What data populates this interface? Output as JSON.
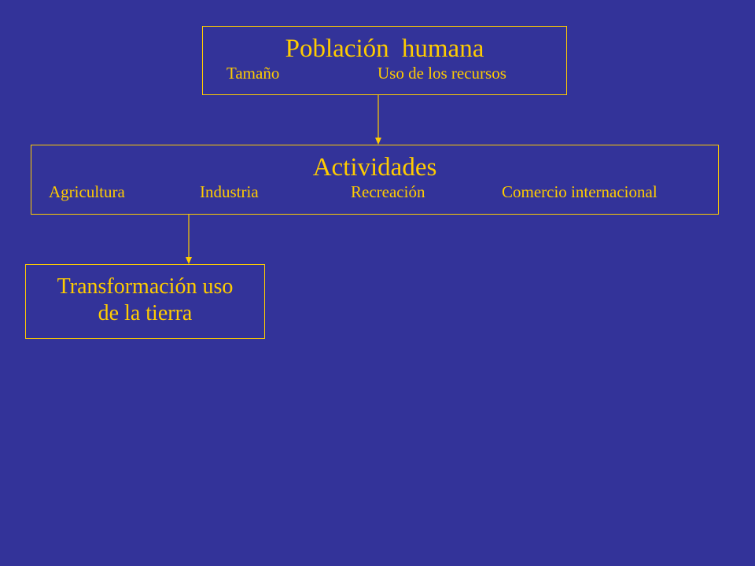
{
  "diagram": {
    "nodes": [
      {
        "id": "poblacion",
        "title": "Población humana",
        "items": [
          "Tamaño",
          "Uso de los recursos"
        ]
      },
      {
        "id": "actividades",
        "title": "Actividades",
        "items": [
          "Agricultura",
          "Industria",
          "Recreación",
          "Comercio internacional"
        ]
      },
      {
        "id": "transformacion",
        "title_lines": [
          "Transformación uso",
          "de la tierra"
        ]
      }
    ],
    "edges": [
      {
        "from": "poblacion",
        "to": "actividades"
      },
      {
        "from": "actividades",
        "to": "transformacion"
      }
    ]
  },
  "colors": {
    "background": "#333399",
    "text": "#ffcc00",
    "border": "#ffcc00"
  }
}
